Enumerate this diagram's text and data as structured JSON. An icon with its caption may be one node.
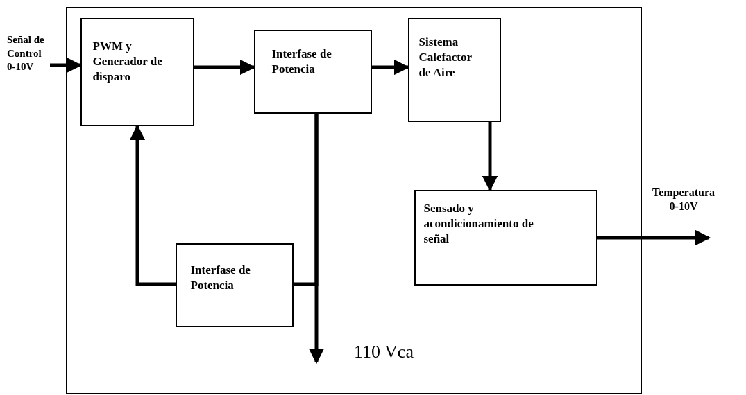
{
  "diagram": {
    "nodes": [
      {
        "text": [],
        "shape": "box"
      },
      {
        "text": [
          "PWM y Generador de disparo"
        ],
        "in": 0
      },
      {
        "text": [
          "Interfase de Potencia"
        ],
        "in": 0
      },
      {
        "text": [
          "Sistema Calefactor de Aire"
        ],
        "in": 0
      },
      {
        "text": [
          "Sensado y acondicionamiento de señal"
        ],
        "in": 0
      },
      {
        "text": [
          "Interfase de Potencia"
        ],
        "in": 0
      },
      {
        "text": [
          "Señal de Control 0-10V"
        ]
      }
    ],
    "edges": [
      {
        "from": 6,
        "to": 1,
        "arrow": "to"
      },
      {
        "from": 1,
        "to": 2,
        "arrow": "to"
      },
      {
        "from": 2,
        "to": 3,
        "arrow": "to"
      },
      {
        "from": 3,
        "to": 4,
        "arrow": "to"
      },
      {
        "from": 4,
        "to": null,
        "arrow": "to"
      },
      {
        "from": 2,
        "to": null,
        "arrow": "to"
      },
      {
        "from": 5,
        "to": 1,
        "arrow": "to"
      },
      {
        "from": 5,
        "to": 2,
        "arrow": "none"
      }
    ],
    "labels": [
      "Temperatura 0-10V",
      "110 Vca"
    ]
  }
}
